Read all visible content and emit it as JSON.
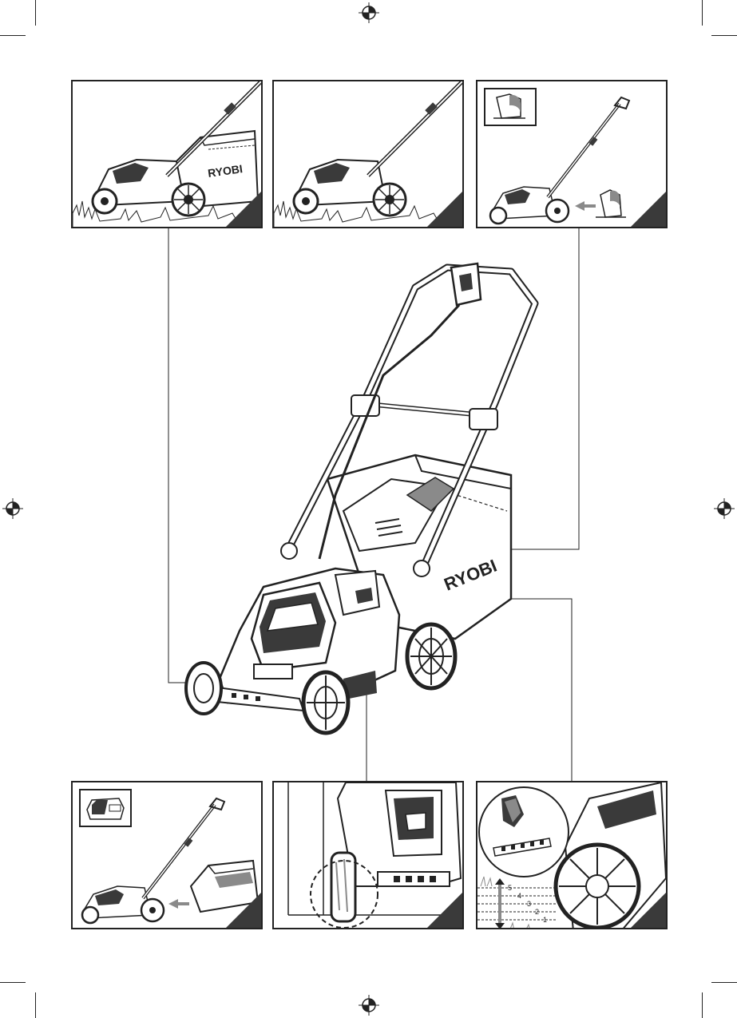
{
  "brand": {
    "logo_text": "RYOBI"
  },
  "height_scale": {
    "labels": [
      "5",
      "4",
      "3",
      "2",
      "1"
    ]
  },
  "icons": {
    "registration": "crosshair-registration-icon",
    "arrow": "arrow-left-icon",
    "page_corner": "page-corner-icon"
  },
  "colors": {
    "line": "#222222",
    "shade": "#3a3a3a",
    "mid": "#8a8a8a",
    "light": "#cfcfcf"
  }
}
